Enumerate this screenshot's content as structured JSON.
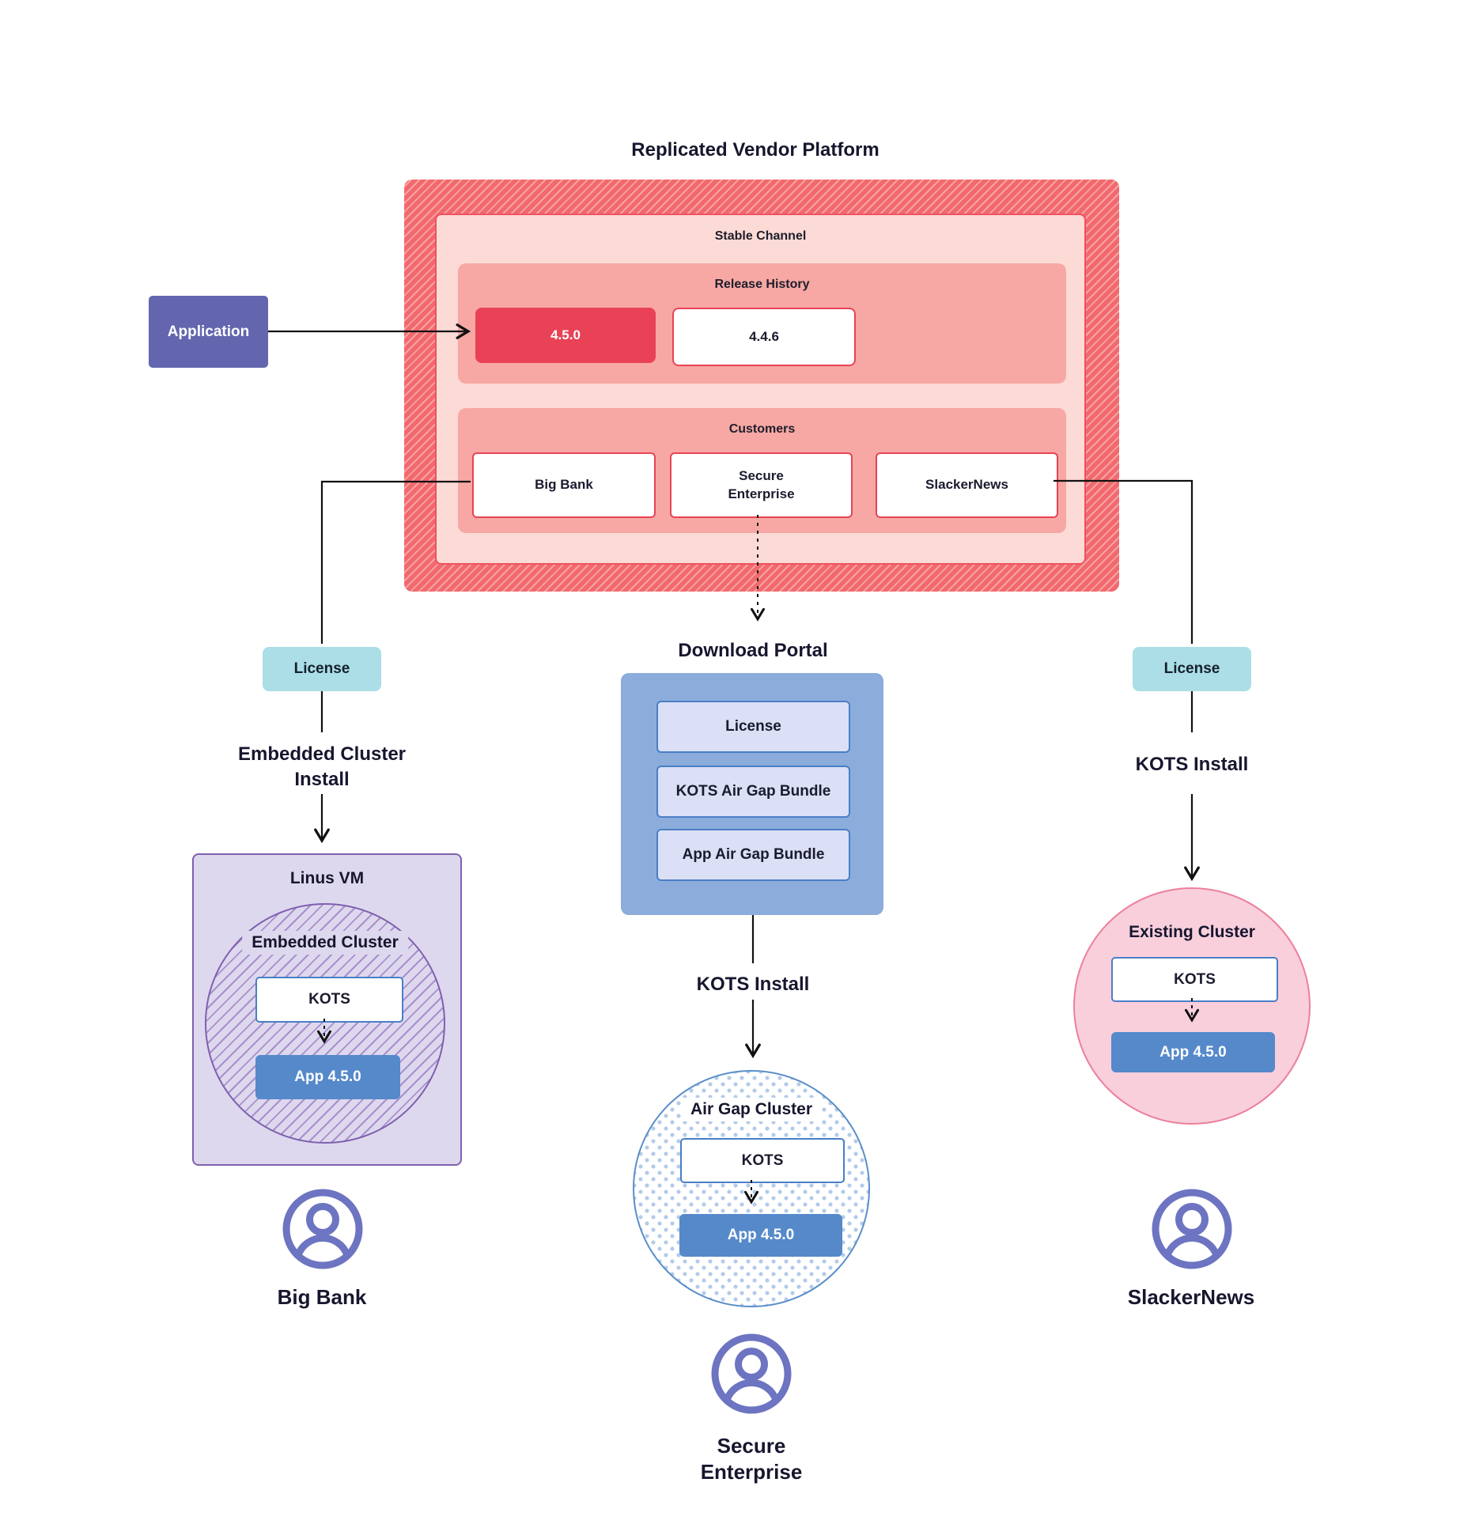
{
  "title": "Replicated Vendor Platform",
  "colors": {
    "platform_red": "#f2696d",
    "platform_stripe": "#f7a2a3",
    "stable_bg": "#fcdad6",
    "panel_salmon": "#f7a8a4",
    "release_highlight_red": "#e94256",
    "application_purple": "#6366ae",
    "license_teal": "#abdee6",
    "portal_blue": "#8cacdb",
    "bundle_bg": "#dbe0f6",
    "bundle_border_blue": "#4a7fc7",
    "app_chip_blue": "#5589ca",
    "vm_lavender_bg": "#ded8ee",
    "vm_purple_border": "#7e60ae",
    "airgap_border_blue": "#5b8fc9",
    "existing_pink_bg": "#f9cfdc",
    "existing_pink_border": "#ec7f9b",
    "user_icon_purple": "#6d74c1",
    "wire_black": "#111111"
  },
  "application": {
    "label": "Application"
  },
  "platform": {
    "stable_channel_label": "Stable Channel",
    "release_history": {
      "label": "Release History",
      "releases": [
        "4.5.0",
        "4.4.6"
      ]
    },
    "customers": {
      "label": "Customers",
      "items": [
        "Big Bank",
        "Secure\nEnterprise",
        "SlackerNews"
      ]
    }
  },
  "left_branch": {
    "license_label": "License",
    "flow_label": "Embedded Cluster\nInstall",
    "vm_label": "Linus VM",
    "cluster_label": "Embedded Cluster",
    "kots_label": "KOTS",
    "app_label": "App 4.5.0",
    "user_label": "Big Bank"
  },
  "middle_branch": {
    "portal_label": "Download Portal",
    "portal_items": [
      "License",
      "KOTS Air Gap Bundle",
      "App Air Gap Bundle"
    ],
    "flow_label": "KOTS Install",
    "cluster_label": "Air Gap Cluster",
    "kots_label": "KOTS",
    "app_label": "App 4.5.0",
    "user_label": "Secure\nEnterprise"
  },
  "right_branch": {
    "license_label": "License",
    "flow_label": "KOTS Install",
    "cluster_label": "Existing Cluster",
    "kots_label": "KOTS",
    "app_label": "App 4.5.0",
    "user_label": "SlackerNews"
  }
}
